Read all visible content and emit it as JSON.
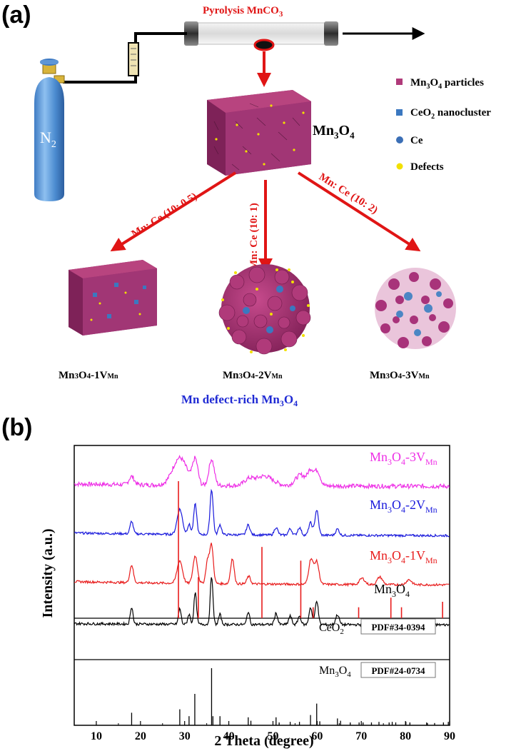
{
  "panel_a": {
    "label": "(a)",
    "pyrolysis": "Pyrolysis MnCO",
    "pyrolysis_sub": "3",
    "gas": "N",
    "gas_sub": "2",
    "center_label": "Mn",
    "center_sub1": "3",
    "center_o": "O",
    "center_sub2": "4",
    "arrow_left": "Mn: Ce (10: 0.5)",
    "arrow_mid": "Mn: Ce (10: 1)",
    "arrow_right": "Mn: Ce (10: 2)",
    "legend": [
      {
        "label": "Mn3O4 particles",
        "color": "#b03a7a",
        "shape": "square"
      },
      {
        "label": "CeO2 nanocluster",
        "color": "#3b78c0",
        "shape": "square"
      },
      {
        "label": "Ce",
        "color": "#3b6fb6",
        "shape": "circle"
      },
      {
        "label": "Defects",
        "color": "#f2e000",
        "shape": "circle"
      }
    ],
    "products": [
      "Mn3O4-1VMn",
      "Mn3O4-2VMn",
      "Mn3O4-3VMn"
    ],
    "caption": "Mn defect-rich Mn3O4"
  },
  "panel_b": {
    "label": "(b)",
    "ylabel": "Intensity (a.u.)",
    "xlabel": "2 Theta (degree)",
    "ref_ceo2": "CeO2",
    "ref_ceo2_pdf": "PDF#34-0394",
    "ref_mn3o4": "Mn3O4",
    "ref_mn3o4_pdf": "PDF#24-0734"
  },
  "colors": {
    "arrow": "#e01515",
    "magenta": "#ee2fe6",
    "blue": "#1a1adc",
    "red": "#e81c1c",
    "black": "#000000",
    "caption_blue": "#1f2ad4"
  },
  "chart_data": {
    "type": "line",
    "xlabel": "2 Theta (degree)",
    "ylabel": "Intensity (a.u.)",
    "xlim": [
      5,
      90
    ],
    "xticks": [
      10,
      20,
      30,
      40,
      50,
      60,
      70,
      80,
      90
    ],
    "series": [
      {
        "name": "Mn3O4-3VMn",
        "color": "#ee2fe6",
        "baseline": 0.16,
        "peaks": [
          [
            18.0,
            0.3,
            0.6
          ],
          [
            28.9,
            1.0,
            1.6
          ],
          [
            32.4,
            0.9,
            0.6
          ],
          [
            36.1,
            0.95,
            0.6
          ],
          [
            44.5,
            0.2,
            1.0
          ],
          [
            48.0,
            0.35,
            2.0
          ],
          [
            56.3,
            0.4,
            1.2
          ],
          [
            58.5,
            0.5,
            0.6
          ],
          [
            60.0,
            0.55,
            0.7
          ]
        ]
      },
      {
        "name": "Mn3O4-2VMn",
        "color": "#1a1adc",
        "baseline": 0.2,
        "peaks": [
          [
            18.0,
            0.5,
            0.35
          ],
          [
            28.9,
            1.0,
            0.6
          ],
          [
            31.0,
            0.4,
            0.35
          ],
          [
            32.4,
            1.2,
            0.35
          ],
          [
            36.1,
            1.8,
            0.35
          ],
          [
            38.0,
            0.4,
            0.35
          ],
          [
            44.4,
            0.4,
            0.4
          ],
          [
            50.7,
            0.3,
            0.4
          ],
          [
            53.9,
            0.25,
            0.4
          ],
          [
            56.0,
            0.3,
            0.4
          ],
          [
            58.5,
            0.5,
            0.4
          ],
          [
            59.9,
            1.0,
            0.4
          ],
          [
            64.6,
            0.25,
            0.4
          ]
        ]
      },
      {
        "name": "Mn3O4-1VMn",
        "color": "#e81c1c",
        "baseline": 0.24,
        "peaks": [
          [
            18.0,
            0.7,
            0.4
          ],
          [
            28.9,
            0.9,
            0.6
          ],
          [
            32.4,
            1.1,
            0.5
          ],
          [
            35.2,
            0.9,
            0.4
          ],
          [
            36.1,
            1.5,
            0.4
          ],
          [
            40.8,
            1.0,
            0.4
          ],
          [
            44.5,
            0.3,
            0.4
          ],
          [
            58.6,
            1.0,
            0.5
          ],
          [
            59.9,
            0.9,
            0.5
          ],
          [
            70.2,
            0.25,
            0.6
          ],
          [
            74.2,
            0.3,
            0.6
          ],
          [
            80.8,
            0.2,
            0.6
          ]
        ]
      },
      {
        "name": "Mn3O4",
        "color": "#000000",
        "baseline": 0.08,
        "peaks": [
          [
            18.0,
            0.6,
            0.3
          ],
          [
            28.9,
            0.55,
            0.3
          ],
          [
            31.0,
            0.35,
            0.3
          ],
          [
            32.4,
            1.1,
            0.3
          ],
          [
            36.1,
            1.7,
            0.3
          ],
          [
            38.0,
            0.35,
            0.3
          ],
          [
            44.4,
            0.45,
            0.3
          ],
          [
            50.7,
            0.4,
            0.35
          ],
          [
            53.9,
            0.3,
            0.35
          ],
          [
            56.0,
            0.3,
            0.35
          ],
          [
            58.5,
            0.6,
            0.35
          ],
          [
            59.9,
            0.85,
            0.35
          ],
          [
            64.6,
            0.35,
            0.4
          ],
          [
            74.0,
            0.2,
            0.4
          ]
        ]
      }
    ],
    "reference_ceo2": {
      "name": "CeO2 PDF#34-0394",
      "color": "#e81c1c",
      "positions": [
        28.6,
        33.1,
        47.5,
        56.3,
        59.1,
        69.4,
        76.7,
        79.1,
        88.4
      ],
      "intensities": [
        100,
        30,
        52,
        42,
        8,
        8,
        15,
        8,
        12
      ]
    },
    "reference_mn3o4": {
      "name": "Mn3O4 PDF#24-0734",
      "color": "#000000",
      "positions": [
        18.0,
        28.9,
        31.0,
        32.3,
        36.1,
        36.4,
        38.0,
        44.4,
        45.0,
        50.7,
        51.4,
        53.9,
        56.0,
        58.5,
        59.9,
        60.6,
        64.6,
        65.3,
        67.5,
        69.5,
        70.4,
        72.3,
        74.0,
        76.3,
        77.0,
        77.8,
        80.1,
        81.0,
        84.8,
        86.6,
        88.6,
        89.7
      ],
      "intensities": [
        22,
        28,
        16,
        55,
        100,
        16,
        16,
        14,
        8,
        14,
        5,
        6,
        6,
        18,
        38,
        7,
        12,
        8,
        5,
        5,
        5,
        5,
        6,
        5,
        6,
        5,
        6,
        5,
        5,
        4,
        5,
        6
      ]
    }
  }
}
